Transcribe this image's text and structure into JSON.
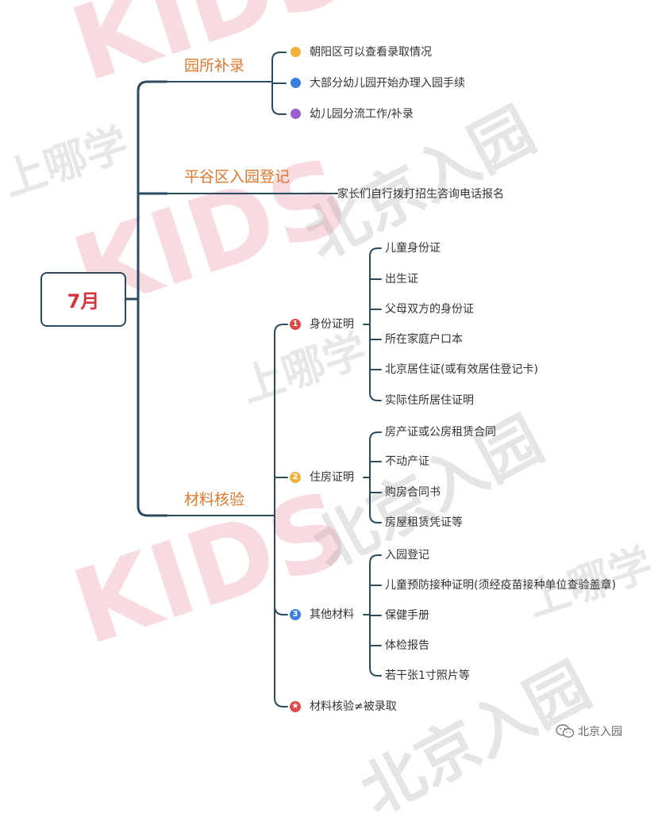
{
  "root": "7月",
  "branches": [
    {
      "label": "园所补录",
      "items": [
        {
          "text": "朝阳区可以查看录取情况",
          "color": "#f0b13a"
        },
        {
          "text": "大部分幼儿园开始办理入园手续",
          "color": "#3b7ee0"
        },
        {
          "text": "幼儿园分流工作/补录",
          "color": "#9c5fd0"
        }
      ]
    },
    {
      "label": "平谷区入园登记",
      "items": [
        {
          "text": "家长们自行拨打招生咨询电话报名"
        }
      ]
    },
    {
      "label": "材料核验",
      "groups": [
        {
          "label": "身份证明",
          "badge": "1",
          "badge_color": "#e04848",
          "items": [
            "儿童身份证",
            "出生证",
            "父母双方的身份证",
            "所在家庭户口本",
            "北京居住证(或有效居住登记卡)",
            "实际住所居住证明"
          ]
        },
        {
          "label": "住房证明",
          "badge": "2",
          "badge_color": "#f0b13a",
          "items": [
            "房产证或公房租赁合同",
            "不动产证",
            "购房合同书",
            "房屋租赁凭证等"
          ]
        },
        {
          "label": "其他材料",
          "badge": "3",
          "badge_color": "#3b7ee0",
          "items": [
            "入园登记",
            "儿童预防接种证明(须经疫苗接种单位查验盖章)",
            "保健手册",
            "体检报告",
            "若干张1寸照片等"
          ]
        }
      ],
      "note": {
        "text": "材料核验≠被录取",
        "badge": "★",
        "badge_color": "#e04848"
      }
    }
  ],
  "watermarks": {
    "beijing": "北京入园",
    "shangnaxue": "上哪学",
    "kids": "KIDS"
  },
  "footer": {
    "icon": "wechat-icon",
    "text": "北京入园"
  },
  "colors": {
    "line": "#2b4a5e",
    "branch": "#e0782e",
    "root_text": "#d4313a"
  }
}
